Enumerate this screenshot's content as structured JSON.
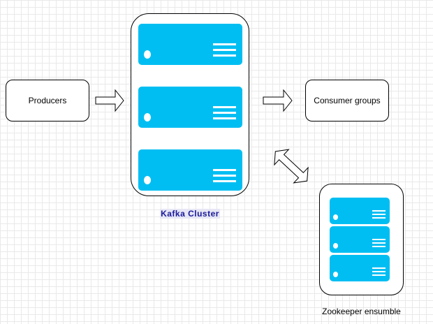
{
  "producers": {
    "label": "Producers"
  },
  "consumers": {
    "label": "Consumer groups"
  },
  "kafka": {
    "label": "Kafka Cluster",
    "server_count": 3
  },
  "zookeeper": {
    "label": "Zookeeper ensumble",
    "server_count": 3
  },
  "colors": {
    "server": "#00bef2",
    "cluster_label": "#1a1a9a",
    "grid": "#e9e9e9"
  }
}
